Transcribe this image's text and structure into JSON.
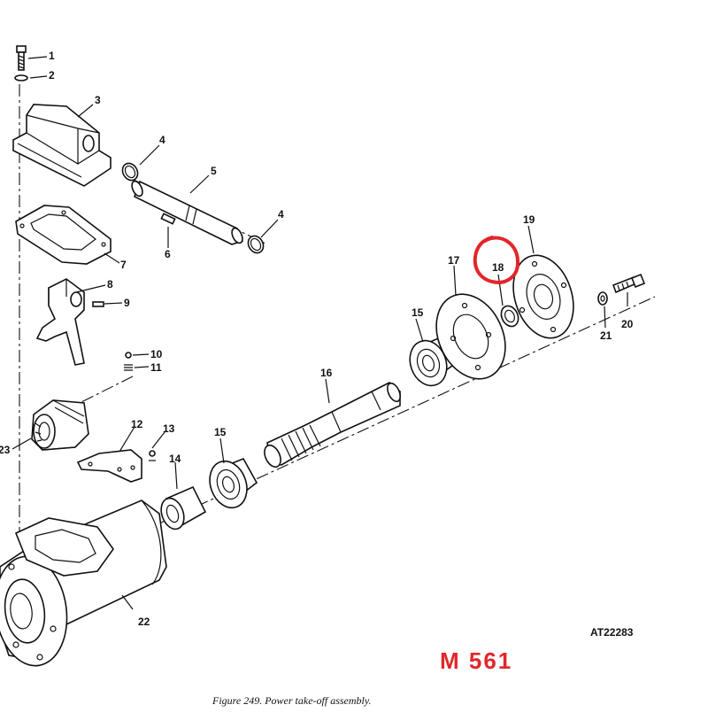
{
  "figure": {
    "caption": "Figure 249. Power take-off assembly.",
    "reference_code": "AT22283",
    "model_stamp": "M 561",
    "highlighted_part": "18"
  },
  "callouts": {
    "c1": "1",
    "c2": "2",
    "c3": "3",
    "c4a": "4",
    "c4b": "4",
    "c5": "5",
    "c6": "6",
    "c7": "7",
    "c8": "8",
    "c9": "9",
    "c10": "10",
    "c11": "11",
    "c12": "12",
    "c13": "13",
    "c14": "14",
    "c15a": "15",
    "c15b": "15",
    "c16": "16",
    "c17": "17",
    "c18": "18",
    "c19": "19",
    "c20": "20",
    "c21": "21",
    "c22": "22",
    "c23": "23"
  },
  "colors": {
    "ink": "#111111",
    "highlight": "#e3262b",
    "background": "#ffffff"
  }
}
